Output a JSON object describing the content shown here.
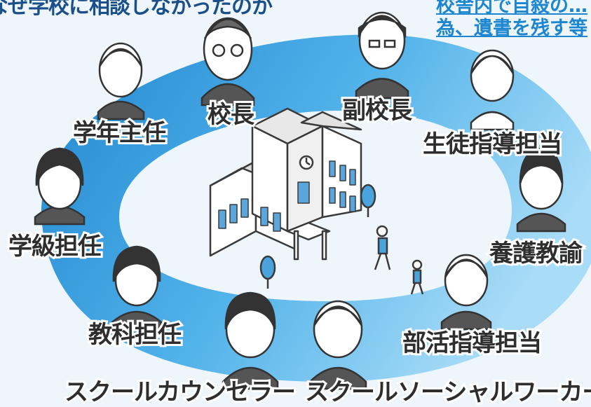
{
  "header": {
    "top_text": "なぜ学校に相談しなかったのか",
    "link_line1": "校舎内で自殺の…",
    "link_line2": "為、遺書を残す等"
  },
  "center": {
    "icon": "school-building-icon"
  },
  "staff": {
    "principal": "校長",
    "vice_principal": "副校長",
    "grade_head": "学年主任",
    "student_guidance": "生徒指導担当",
    "homeroom_teacher": "学級担任",
    "school_nurse": "養護教諭",
    "subject_teacher": "教科担任",
    "club_advisor": "部活指導担当",
    "school_counselor": "スクールカウンセラー",
    "school_social_worker": "スクールソーシャルワーカー"
  },
  "colors": {
    "ring_dark": "#2a8fd6",
    "ring_light": "#8fd0f3",
    "background": "#eef6fc"
  }
}
